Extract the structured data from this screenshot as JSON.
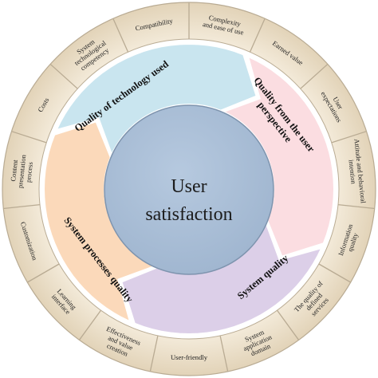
{
  "colors": {
    "outer_ring": "#efe4d2",
    "outer_ring_shadow": "#b9ab93",
    "inner_disc": "#ffffff",
    "center_fill": "#a9bfd8",
    "center_stroke": "#7e94ae",
    "technology": "#c9e5ef",
    "user_perspective": "#fbdde1",
    "system_quality": "#dccfe8",
    "system_processes": "#fbd9ba"
  },
  "center": {
    "line1": "User",
    "line2": "satisfaction"
  },
  "categories": [
    {
      "id": "technology",
      "label": "Quality of technology used"
    },
    {
      "id": "user_perspective",
      "label_line1": "Quality from the user",
      "label_line2": "perspective"
    },
    {
      "id": "system_quality",
      "label": "System quality"
    },
    {
      "id": "system_processes",
      "label": "System processes quality"
    }
  ],
  "outer_factors": [
    {
      "lines": [
        "Earned value"
      ]
    },
    {
      "lines": [
        "User",
        "expectations"
      ]
    },
    {
      "lines": [
        "Attitude and behavioral",
        "intention"
      ]
    },
    {
      "lines": [
        "Information",
        "quality"
      ]
    },
    {
      "lines": [
        "The quality of",
        "defined",
        "services"
      ]
    },
    {
      "lines": [
        "System",
        "application",
        "domain"
      ]
    },
    {
      "lines": [
        "User-friendly"
      ]
    },
    {
      "lines": [
        "Effectiveness",
        "and value",
        "creation"
      ]
    },
    {
      "lines": [
        "Learning",
        "interface"
      ]
    },
    {
      "lines": [
        "Customization"
      ]
    },
    {
      "lines": [
        "Content",
        "presentation",
        "process"
      ]
    },
    {
      "lines": [
        "Costs"
      ]
    },
    {
      "lines": [
        "System",
        "technological",
        "competency"
      ]
    },
    {
      "lines": [
        "Compatibility"
      ]
    },
    {
      "lines": [
        "Complexity",
        "and ease of use"
      ]
    }
  ]
}
